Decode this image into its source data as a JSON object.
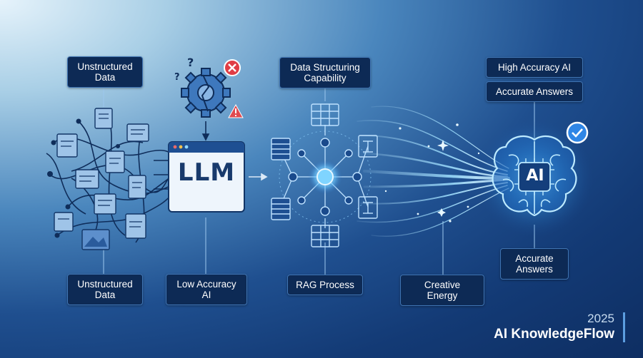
{
  "labels": {
    "unstructured_top": "Unstructured\nData",
    "unstructured_bottom": "Unstructured\nData",
    "low_accuracy": "Low Accuracy\nAI",
    "data_structuring": "Data Structuring\nCapability",
    "rag_process": "RAG Process",
    "creative_energy": "Creative Energy",
    "high_accuracy": "High Accuracy AI",
    "accurate_answers_top": "Accurate Answers",
    "accurate_answers_bottom": "Accurate\nAnswers"
  },
  "llm_window": {
    "title": "LLM"
  },
  "brain": {
    "title": "AI"
  },
  "brand": {
    "year": "2025",
    "name": "AI KnowledgeFlow"
  },
  "colors": {
    "panel": "#0d2a55",
    "line": "#9cc7ee",
    "glow": "#7fd4ff",
    "error_red": "#e03d45",
    "warning_red": "#e04a4f",
    "check_blue": "#2f86e6"
  },
  "icons": [
    "question-mark-icon",
    "gear-icon",
    "error-x-icon",
    "warning-icon",
    "check-badge-icon",
    "document-icon",
    "image-icon",
    "brain-icon"
  ]
}
